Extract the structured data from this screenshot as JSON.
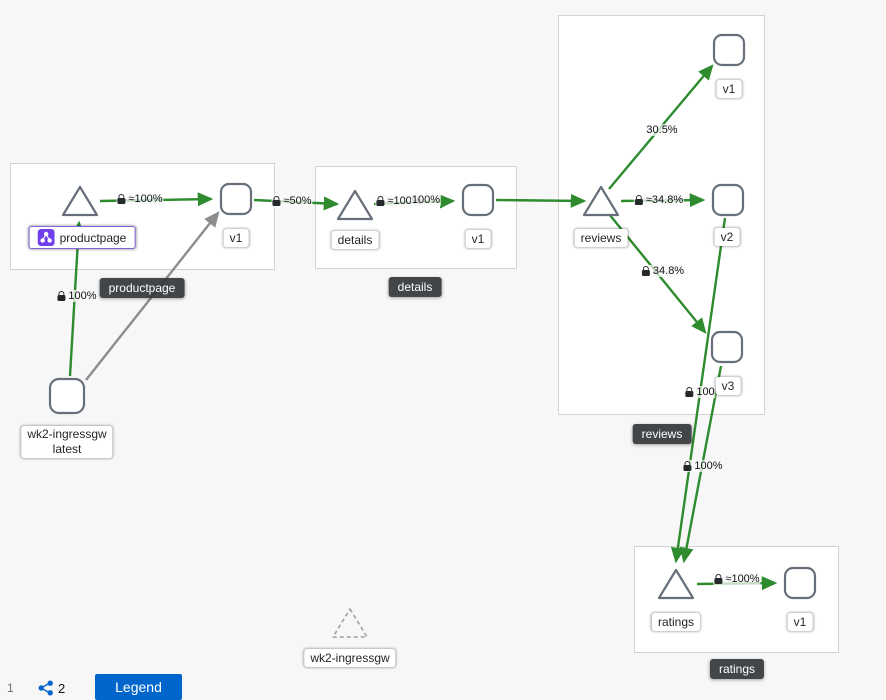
{
  "colors": {
    "edge_green": "#2e8b2e",
    "edge_idle_gray": "#8b8d8f",
    "group_badge_bg": "#35383b",
    "selected_border_purple": "#8361d8",
    "config_icon_purple": "#703fec",
    "primary_blue": "#0066cc"
  },
  "groups": {
    "productpage": {
      "badge": "productpage"
    },
    "details": {
      "badge": "details"
    },
    "reviews": {
      "badge": "reviews"
    },
    "ratings": {
      "badge": "ratings"
    }
  },
  "nodes": {
    "productpage_service": {
      "label": "productpage"
    },
    "productpage_v1": {
      "label": "v1"
    },
    "details_service": {
      "label": "details"
    },
    "details_v1": {
      "label": "v1"
    },
    "reviews_service": {
      "label": "reviews"
    },
    "reviews_v1": {
      "label": "v1"
    },
    "reviews_v2": {
      "label": "v2"
    },
    "reviews_v3": {
      "label": "v3"
    },
    "ratings_service": {
      "label": "ratings"
    },
    "ratings_v1": {
      "label": "v1"
    },
    "ingressgw": {
      "label_line1": "wk2-ingressgw",
      "label_line2": "latest"
    },
    "ingressgw_idle": {
      "label": "wk2-ingressgw"
    }
  },
  "edges": {
    "productpage_to_v1": {
      "label": "≈100%"
    },
    "ppv1_to_details": {
      "label": "≈50%"
    },
    "details_to_v1": {
      "label": "≈100%"
    },
    "detailsv1_to_reviews": {
      "label": "100%"
    },
    "reviews_to_v1": {
      "label": "30.5%"
    },
    "reviews_to_v2": {
      "label": "≈34.8%"
    },
    "reviews_to_v3": {
      "label": "34.8%"
    },
    "reviewsv3_to_ratings": {
      "label": "100"
    },
    "reviewsv2_to_ratings": {
      "label": "100%"
    },
    "ratings_to_v1": {
      "label": "≈100%"
    },
    "ingress_to_productpage": {
      "label": "100%"
    }
  },
  "toolbar": {
    "page_indicator": "1",
    "graph_count": "2",
    "legend_button": "Legend"
  }
}
